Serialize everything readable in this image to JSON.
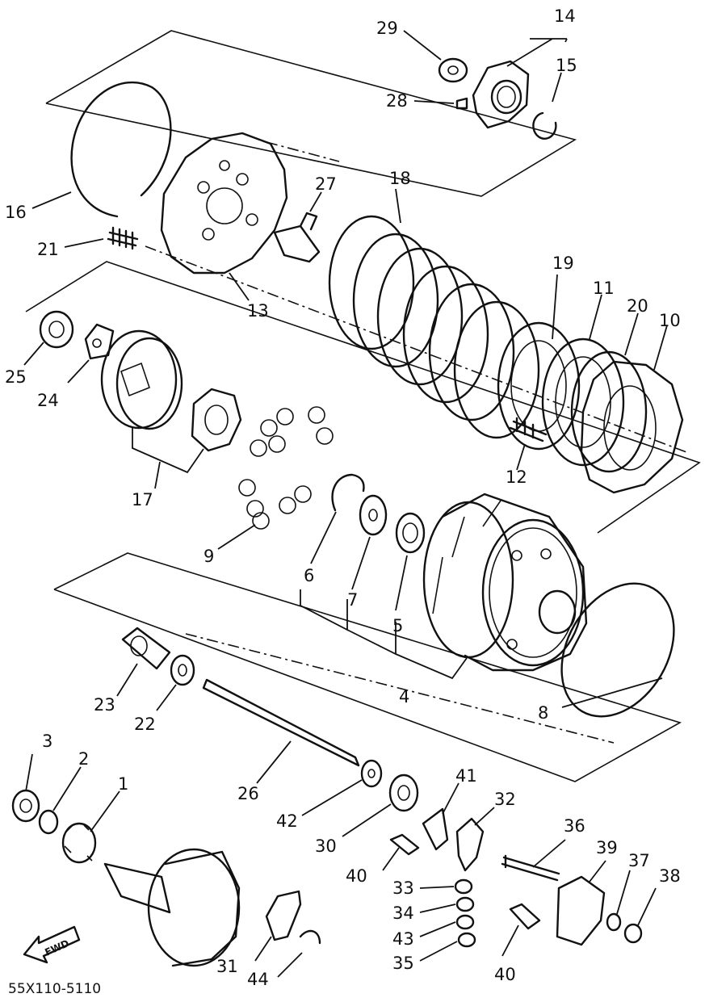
{
  "diagram_code": "55X110-5110",
  "fwd_label": "FWD",
  "callouts": [
    "1",
    "2",
    "3",
    "4",
    "5",
    "6",
    "7",
    "8",
    "9",
    "10",
    "11",
    "12",
    "13",
    "14",
    "15",
    "16",
    "17",
    "18",
    "19",
    "20",
    "21",
    "22",
    "23",
    "24",
    "25",
    "26",
    "27",
    "28",
    "29",
    "30",
    "31",
    "32",
    "33",
    "34",
    "35",
    "36",
    "37",
    "38",
    "39",
    "40",
    "40",
    "41",
    "42",
    "43",
    "44"
  ]
}
